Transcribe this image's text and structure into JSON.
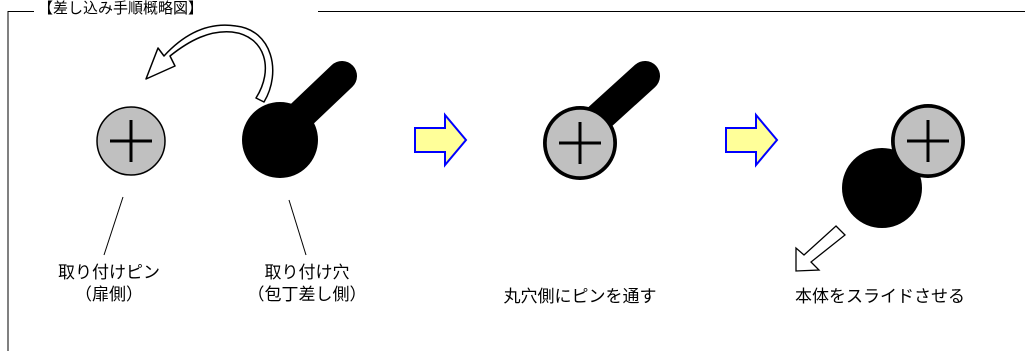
{
  "frame": {
    "title": "【差し込み手順概略図】"
  },
  "labels": {
    "pin_line1": "取り付けピン",
    "pin_line2": "（扉側）",
    "hole_line1": "取り付け穴",
    "hole_line2": "（包丁差し側）",
    "step2": "丸穴側にピンを通す",
    "step3": "本体をスライドさせる"
  },
  "colors": {
    "pin_fill": "#c0c0c0",
    "hole_fill": "#000000",
    "step_arrow_fill": "#ffff99",
    "step_arrow_stroke": "#0000ff",
    "line": "#000000"
  },
  "icons": {
    "curved_arrow": "curved-return-arrow-icon",
    "step_arrow": "right-arrow-icon",
    "slide_arrow": "down-left-arrow-icon"
  }
}
